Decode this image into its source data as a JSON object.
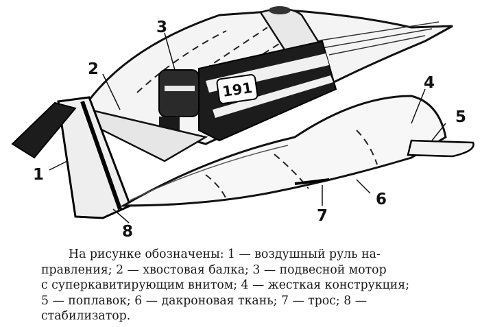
{
  "figure": {
    "boat_number": "191",
    "labels": [
      "1",
      "2",
      "3",
      "4",
      "5",
      "6",
      "7",
      "8"
    ]
  },
  "caption": {
    "lines": [
      "На рисунке обозначены: 1 — воздушный руль на-",
      "правления; 2 — хвостовая балка; 3 — подвесной мотор",
      "с суперкавитирующим внитом; 4 — жесткая конструкция;",
      "5 — поплавок; 6 — дакроновая ткань; 7 — трос; 8 —",
      "стабилизатор."
    ]
  }
}
